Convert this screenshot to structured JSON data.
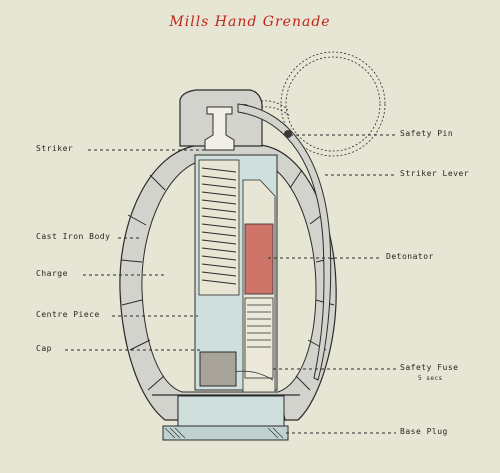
{
  "diagram": {
    "title": "Mills Hand Grenade",
    "labels": {
      "striker": "Striker",
      "cast_iron_body": "Cast Iron Body",
      "charge": "Charge",
      "centre_piece": "Centre Piece",
      "cap": "Cap",
      "safety_pin": "Safety Pin",
      "striker_lever": "Striker Lever",
      "detonator": "Detonator",
      "safety_fuse": "Safety Fuse",
      "fuse_time": "5 secs",
      "base_plug": "Base Plug"
    },
    "colors": {
      "body_fill": "#d3d3cd",
      "outline": "#2b2b2b",
      "centre_piece": "#cfe0dc",
      "detonator": "#cf7468",
      "cap": "#a8a49a",
      "title": "#c4241c"
    }
  }
}
